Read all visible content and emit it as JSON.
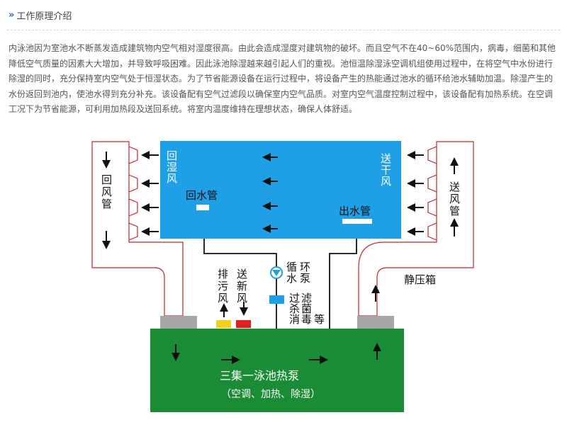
{
  "header": {
    "title": "工作原理介绍"
  },
  "intro": {
    "paragraph": "内泳池因为室池水不断蒸发造成建筑物内空气相对湿度很高。由此会造成湿度对建筑物的破坏。而且空气不在40~60%范围内，病毒，细菌和其他降低空气质量的因素大大增加，并导致呼吸困难。因此泳池除湿越来越引起人们的重视。池恒温除湿泳空调机组使用过程中，在将空气中水份进行除湿的同时，充分保持室内空气处于恒湿状态。为了节省能源设备在运行过程中，将设备产生的热能通过池水的循环给池水辅助加温。除湿产生的水份返回到池内，使池水得到充分补充。该设备配有空气过滤段以确保室内空气品质。对室内空气温度控制过程中，该设备配有加热系统。在空调工况下为节省能源，可利用加热段及送回系统。将室内温度维持在理想状态，确保人体舒适。"
  },
  "diagram": {
    "return_air_label": "回湿风",
    "return_pipe_label": "回水管",
    "supply_air_label": "送干风",
    "outlet_pipe_label": "出水管",
    "return_duct_label": "回风管",
    "supply_duct_label": "送风管",
    "exhaust_label": "排污风",
    "fresh_air_label": "送新风",
    "pump_label": "循环水泵",
    "filter_label": "过滤杀菌消毒等",
    "plenum_label": "静压箱",
    "unit_title": "三集一泳池热泵",
    "unit_subtitle": "（空调、加热、除湿）",
    "colors": {
      "pool": "#1e9fe6",
      "unit": "#1a8c36",
      "duct": "#c8242b",
      "exhaust": "#f2d21b",
      "fresh": "#e02020"
    }
  }
}
